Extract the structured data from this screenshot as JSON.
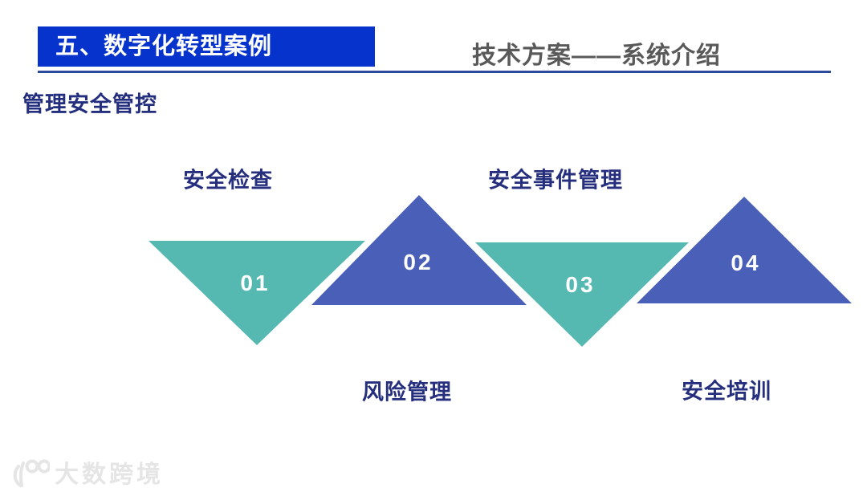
{
  "header": {
    "section_tab": "五、数字化转型案例",
    "page_title": "技术方案——系统介绍"
  },
  "subtitle": "管理安全管控",
  "diagram": {
    "type": "process-zigzag-triangles",
    "steps": [
      {
        "number": "01",
        "label": "安全检查",
        "shape": "triangle-down",
        "color": "#55b9b2",
        "label_position": "top"
      },
      {
        "number": "02",
        "label": "风险管理",
        "shape": "triangle-up",
        "color": "#4a5fb8",
        "label_position": "bottom"
      },
      {
        "number": "03",
        "label": "安全事件管理",
        "shape": "triangle-down",
        "color": "#55b9b2",
        "label_position": "top"
      },
      {
        "number": "04",
        "label": "安全培训",
        "shape": "triangle-up",
        "color": "#4a5fb8",
        "label_position": "bottom"
      }
    ]
  },
  "watermark": {
    "logo": "dashu-kuajing-logo",
    "text": "大数跨境"
  },
  "colors": {
    "tab_background": "#0733cd",
    "tab_text": "#ffffff",
    "divider_line": "#2c4a9c",
    "page_title_text": "#595959",
    "label_text": "#252f7d",
    "step_number_text": "#ffffff",
    "teal_triangle": "#55b9b2",
    "blue_triangle": "#4a5fb8",
    "watermark_text": "#e5e5e5",
    "background": "#ffffff"
  }
}
